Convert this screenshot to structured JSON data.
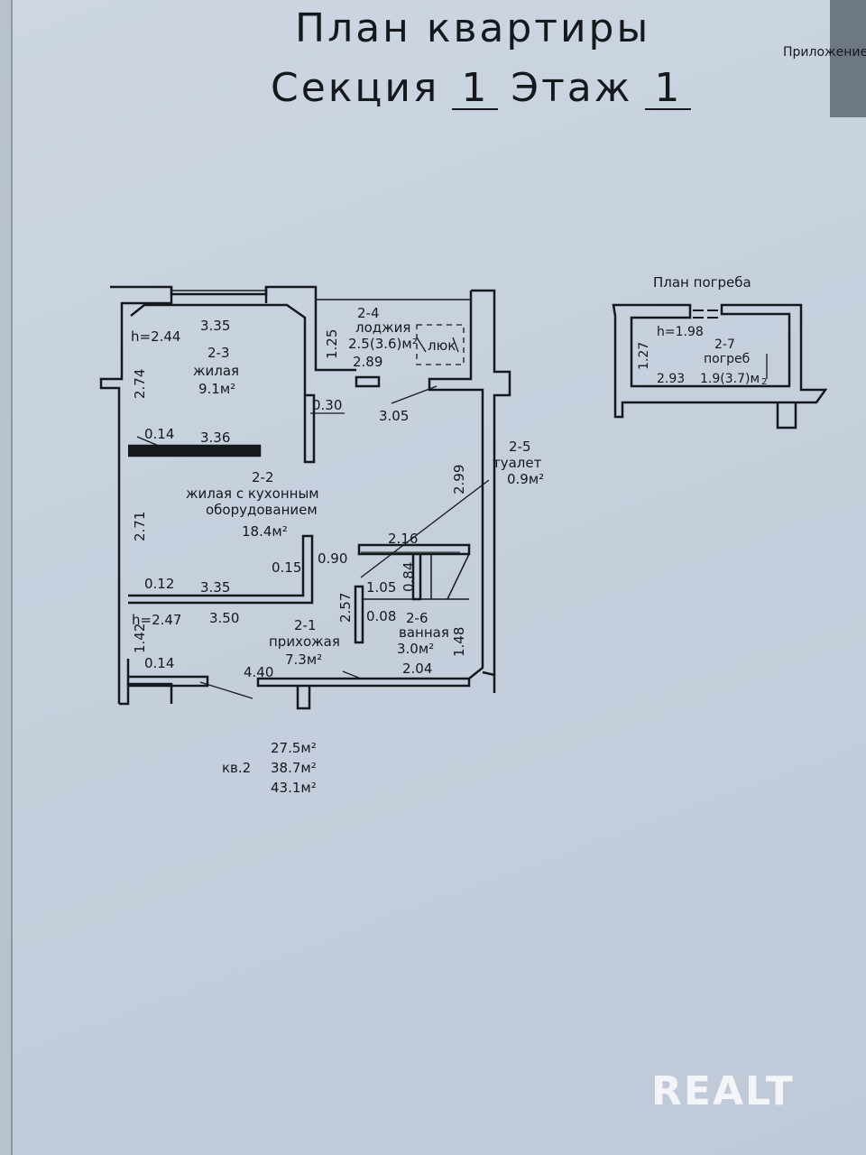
{
  "title_line1": "План квартиры",
  "title_section_label": "Секция",
  "title_section": "1",
  "title_floor_label": "Этаж",
  "title_floor": "1",
  "appendix": "Приложение",
  "plan": {
    "r23": {
      "id": "2-3",
      "name": "жилая",
      "area": "9.1м²",
      "h": "h=2.44",
      "top": "3.35",
      "side": "2.74",
      "bottom": "3.36",
      "offset": "0.14"
    },
    "r24": {
      "id": "2-4",
      "name": "лоджия",
      "area": "2.5(3.6)м²",
      "hatch": "люк",
      "width": "2.89",
      "side": "1.25",
      "wall": "0.30"
    },
    "r22": {
      "id": "2-2",
      "name1": "жилая с кухонным",
      "name2": "оборудованием",
      "area": "18.4м²",
      "side": "2.71",
      "bottom": "3.35",
      "offset": "0.12",
      "step": "0.15",
      "top_right": "3.05",
      "right": "2.99"
    },
    "r25": {
      "id": "2-5",
      "name": "туалет",
      "area": "0.9м²",
      "w": "0.90",
      "top": "2.16",
      "a": "1.05",
      "b": "0.84"
    },
    "r21": {
      "id": "2-1",
      "name": "прихожая",
      "area": "7.3м²",
      "h": "h=2.47",
      "top": "3.50",
      "side": "1.42",
      "offset": "0.14",
      "bottom": "4.40",
      "v": "2.57"
    },
    "r26": {
      "id": "2-6",
      "name": "ванная",
      "area": "3.0м²",
      "offset": "0.08",
      "bottom": "2.04",
      "side": "1.48"
    },
    "totals": {
      "apt": "кв.2",
      "a1": "27.5м²",
      "a2": "38.7м²",
      "a3": "43.1м²"
    }
  },
  "cellar": {
    "title": "План погреба",
    "h": "h=1.98",
    "id": "2-7",
    "name": "погреб",
    "side": "1.27",
    "width": "2.93",
    "area": "1.9(3.7)м",
    "mark": "2"
  },
  "watermark": "REALT"
}
